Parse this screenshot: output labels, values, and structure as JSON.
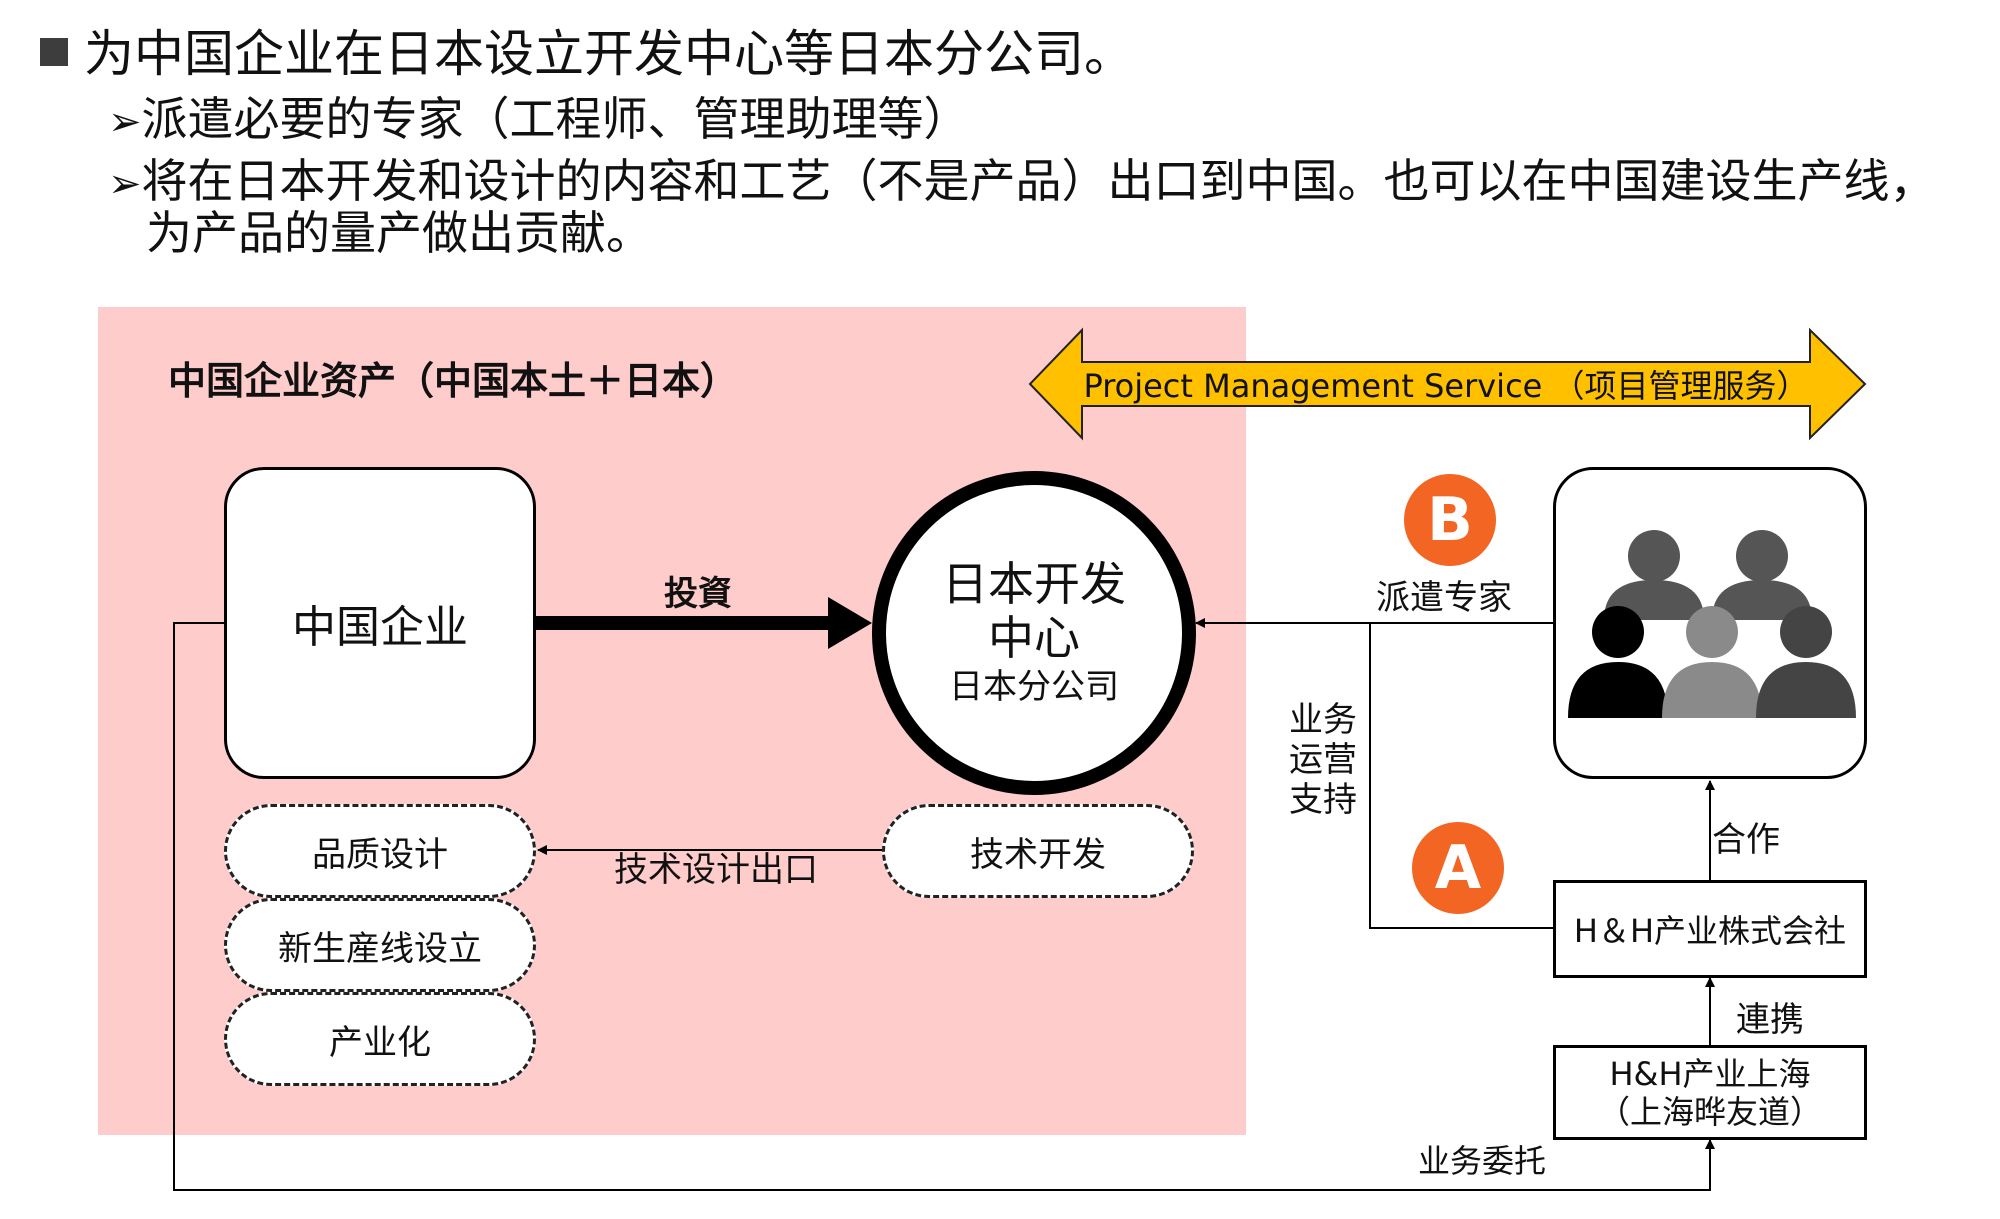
{
  "heading": {
    "title": "为中国企业在日本设立开发中心等日本分公司。",
    "bullets": [
      "派遣必要的专家（工程师、管理助理等）",
      "将在日本开发和设计的内容和工艺（不是产品）出口到中国。也可以在中国建设生产线，",
      "为产品的量产做出贡献。"
    ],
    "arrow_glyph": "➢"
  },
  "diagram": {
    "assets_title": "中国企业资产（中国本土＋日本）",
    "pms_label": "Project Management Service （项目管理服务）",
    "china_company": "中国企业",
    "invest_label": "投資",
    "dev_center_line1": "日本开发",
    "dev_center_line2": "中心",
    "dev_center_sub": "日本分公司",
    "quality_design": "品质设计",
    "new_line": "新生産线设立",
    "industrialize": "产业化",
    "tech_dev": "技术开发",
    "tech_export": "技术设计出口",
    "badge_b": "B",
    "dispatch_experts": "派遣专家",
    "ops_support": [
      "业务",
      "运营",
      "支持"
    ],
    "badge_a": "A",
    "cooperation": "合作",
    "hh_corp": "H＆H产业株式会社",
    "link": "連携",
    "hh_shanghai_line1": "H&H产业上海",
    "hh_shanghai_line2": "（上海晔友道）",
    "outsourcing": "业务委托"
  },
  "colors": {
    "pink_zone": "#ffcccc",
    "pms_arrow": "#ffc000",
    "badge": "#f26522",
    "bullet": "#3d3d3d"
  },
  "icons": {
    "people_group": "people-group-icon",
    "bullet_arrow": "arrow-bullet-icon"
  }
}
